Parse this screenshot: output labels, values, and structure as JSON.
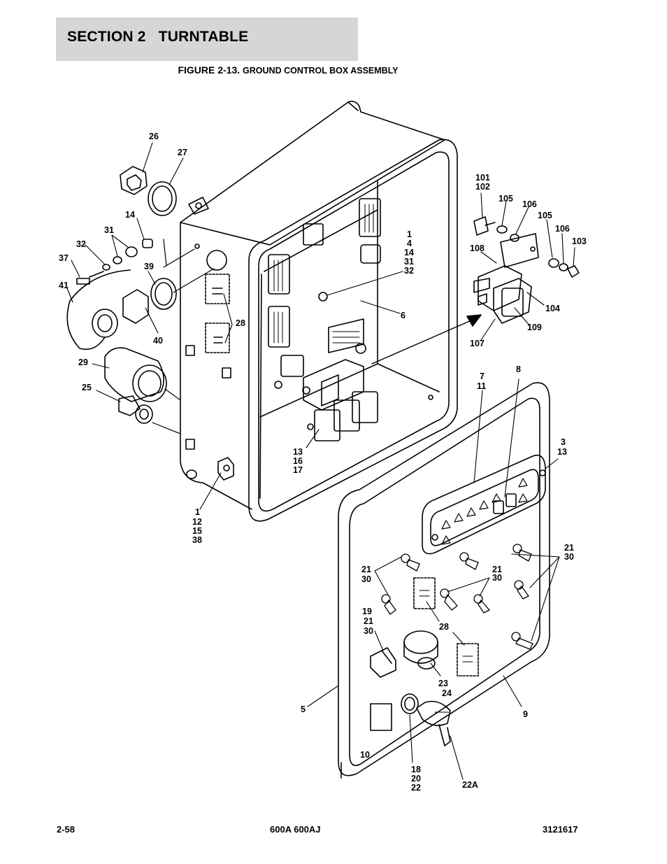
{
  "header": {
    "section_title": "SECTION 2   TURNTABLE",
    "figure_number": "FIGURE 2-13.",
    "figure_name": "GROUND CONTROL BOX ASSEMBLY"
  },
  "callouts": {
    "c26": "26",
    "c27": "27",
    "c14": "14",
    "c31": "31",
    "c32": "32",
    "c37": "37",
    "c39": "39",
    "c41": "41",
    "c40": "40",
    "c28a": "28",
    "c29": "29",
    "c25": "25",
    "c1a": "1",
    "c4": "4",
    "c14b": "14",
    "c31b": "31",
    "c32b": "32",
    "c6": "6",
    "c13a": "13",
    "c16": "16",
    "c17": "17",
    "c1b": "1",
    "c12": "12",
    "c15": "15",
    "c38": "38",
    "c101": "101",
    "c102": "102",
    "c105a": "105",
    "c106a": "106",
    "c105b": "105",
    "c106b": "106",
    "c103": "103",
    "c108": "108",
    "c104": "104",
    "c109": "109",
    "c107": "107",
    "c7": "7",
    "c11": "11",
    "c8": "8",
    "c3": "3",
    "c13b": "13",
    "c21a": "21",
    "c30a": "30",
    "c21b": "21",
    "c30b": "30",
    "c21c": "21",
    "c30c": "30",
    "c19": "19",
    "c21d": "21",
    "c30d": "30",
    "c28b": "28",
    "c23": "23",
    "c24": "24",
    "c5": "5",
    "c9": "9",
    "c10": "10",
    "c18": "18",
    "c20": "20",
    "c22": "22",
    "c22A": "22A"
  },
  "footer": {
    "page_number": "2-58",
    "model": "600A 600AJ",
    "doc_number": "3121617"
  }
}
